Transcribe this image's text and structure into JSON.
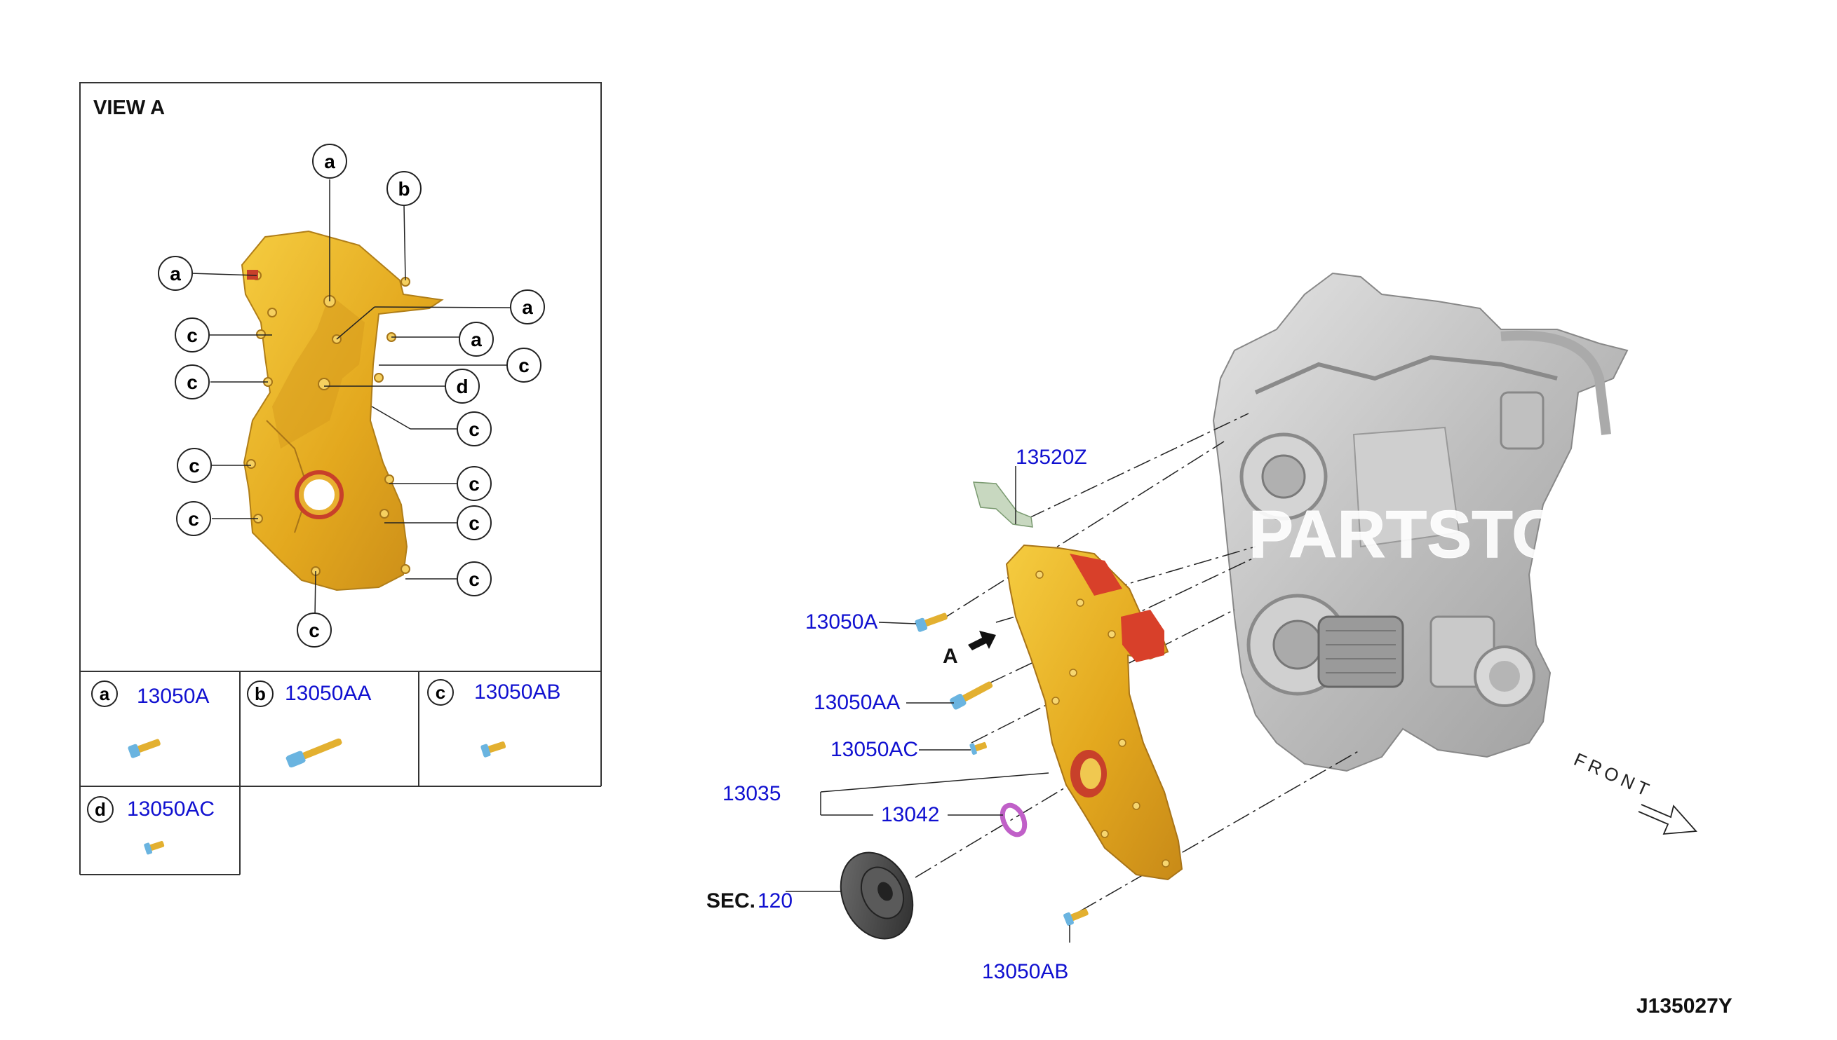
{
  "view_a": {
    "title": "VIEW A",
    "callouts": [
      "a",
      "b",
      "a",
      "a",
      "c",
      "a",
      "c",
      "c",
      "d",
      "c",
      "c",
      "c",
      "c",
      "c",
      "c",
      "c"
    ]
  },
  "legend": {
    "items": [
      {
        "letter": "a",
        "part": "13050A"
      },
      {
        "letter": "b",
        "part": "13050AA"
      },
      {
        "letter": "c",
        "part": "13050AB"
      },
      {
        "letter": "d",
        "part": "13050AC"
      }
    ]
  },
  "main": {
    "parts": {
      "p13520Z": "13520Z",
      "p13050A": "13050A",
      "p13050AA": "13050AA",
      "p13050AC": "13050AC",
      "p13035": "13035",
      "p13042": "13042",
      "p13050AB": "13050AB"
    },
    "sec_prefix": "SEC.",
    "sec_number": "120",
    "arrow_label": "A",
    "front_label": "FRONT"
  },
  "watermark": "PARTSTO",
  "diagram_id": "J135027Y",
  "colors": {
    "part_link": "#1010d0",
    "cover": "#e8b020",
    "cover_dark": "#b8801a",
    "accent_red": "#d8402a",
    "bolt": "#6ab4e0",
    "seal": "#c060c8",
    "engine": "#c8c8c8"
  }
}
